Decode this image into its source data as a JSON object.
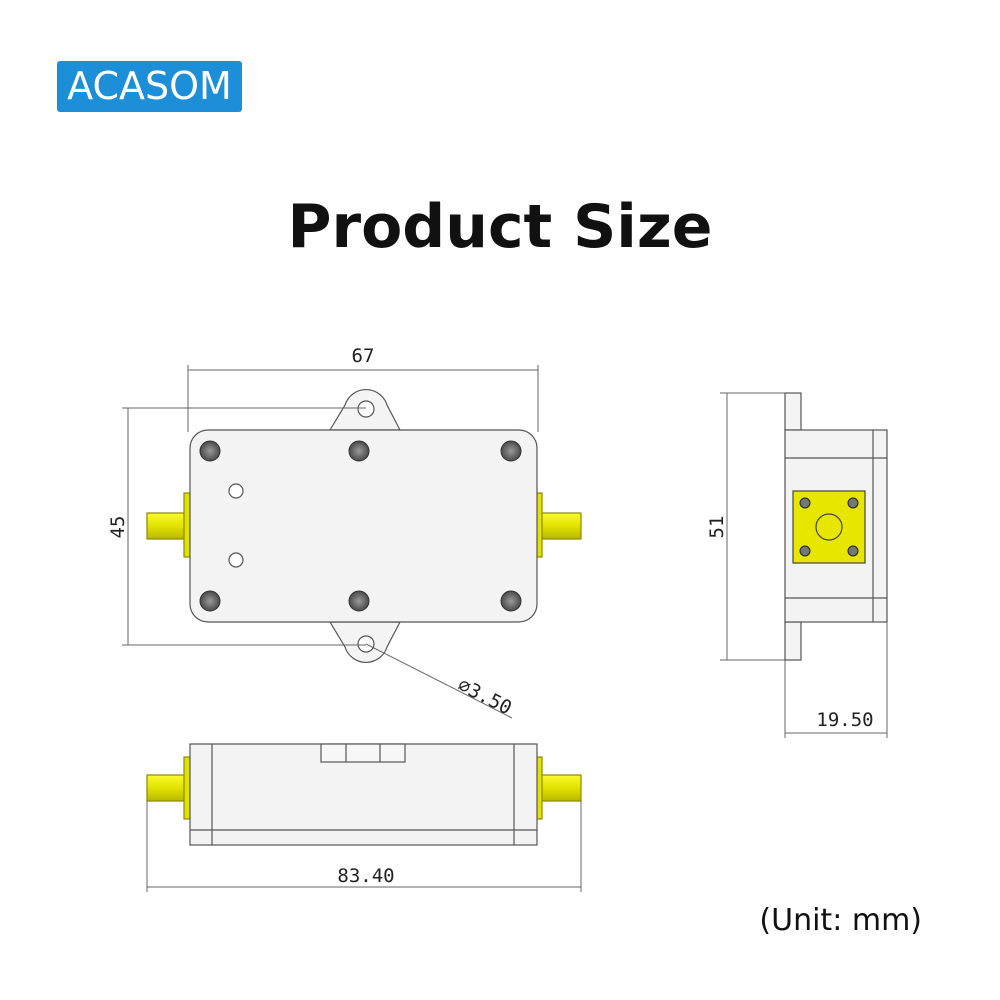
{
  "brand": {
    "logo_text": "ACASOM"
  },
  "heading": {
    "title": "Product Size"
  },
  "note": {
    "unit_text": "(Unit: mm)"
  },
  "dimensions": {
    "top_width": "67",
    "top_height": "45",
    "hole_diameter": "∅3.50",
    "side_height": "51",
    "side_depth": "19.50",
    "bottom_length": "83.40"
  },
  "colors": {
    "brand_blue": "#1d8fd8",
    "connector_yellow": "#e6e600",
    "body_gray": "#f2f2f2",
    "outline": "#555555"
  }
}
